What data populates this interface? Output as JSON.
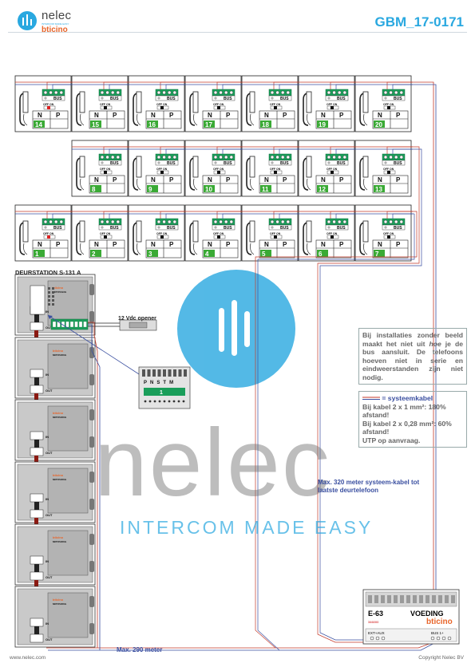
{
  "header": {
    "logo_name": "nelec",
    "logo_tagline": "INTERCOM MADE EASY",
    "logo_brand": "bticino",
    "doc_code": "GBM_17-0171"
  },
  "phone_labels": {
    "bus": "BUS",
    "off_on": "OFF ON",
    "n": "N",
    "p": "P"
  },
  "phone_rows": [
    [
      "14",
      "15",
      "16",
      "17",
      "18",
      "19",
      "20"
    ],
    [
      "8",
      "9",
      "10",
      "11",
      "12",
      "13"
    ],
    [
      "1",
      "2",
      "3",
      "4",
      "5",
      "6",
      "7"
    ]
  ],
  "door_station": {
    "title": "DEURSTATION S-131 A",
    "module_brand": "bticino",
    "module_codes": [
      "MRT35193G",
      "MRT35206G",
      "MRT35206G",
      "MRT35206G",
      "MRT35206G",
      "MRT35206G"
    ],
    "in_label": "IN",
    "out_label": "OUT",
    "opener_label": "12 Vdc opener",
    "zoom_terminals": "P N S T M",
    "zoom_dip": "1"
  },
  "notes": {
    "note1_a": "Bij installaties zonder beeld maakt het niet uit ",
    "note1_i": "hoe",
    "note1_b": " je de bus aansluit. De telefoons hoeven niet in serie en eindweerstanden zijn niet nodig.",
    "legend": "= systeemkabel",
    "cable1": "Bij kabel 2 x 1 mm²: 180% afstand!",
    "cable2": "Bij kabel 2 x 0,28 mm²: 60% afstand!",
    "cable3": "UTP op aanvraag."
  },
  "labels": {
    "max320": "Max. 320 meter systeem-kabel tot laatste deurtelefoon",
    "max290": "Max. 290 meter"
  },
  "power_supply": {
    "type": "E-63",
    "name": "VOEDING",
    "code": "346000",
    "brand": "bticino",
    "ext_label": "EXT+AUX",
    "bus_label": "BUS 1+"
  },
  "watermark": {
    "word": "nelec",
    "tagline": "INTERCOM MADE EASY"
  },
  "footer": {
    "website": "www.nelec.com",
    "copyright": "Copyright Nelec BV"
  },
  "colors": {
    "accent": "#29a8e0",
    "brand_orange": "#e8652a",
    "cable_red": "#c43a2a",
    "cable_blue": "#3a4fa0",
    "terminal_green": "#1a9e5a",
    "label_green": "#3aaa35"
  }
}
